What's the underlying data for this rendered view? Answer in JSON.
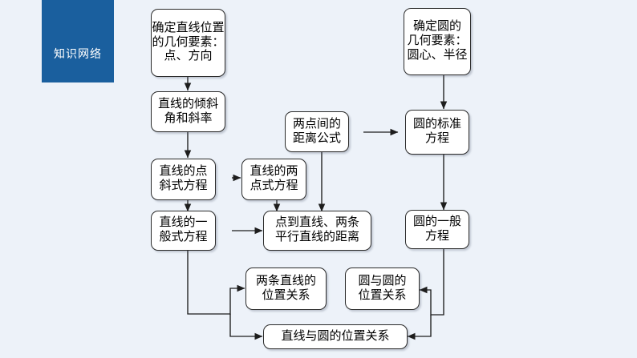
{
  "page": {
    "background_color": "#edf2f9",
    "title_tab": {
      "label": "知识网络",
      "color": "#1a5f9e",
      "text_color": "#ffffff"
    }
  },
  "diagram": {
    "type": "flowchart",
    "node_style": {
      "fill": "#ffffff",
      "stroke": "#2b2b2b",
      "text_color": "#000000"
    },
    "nodes": [
      {
        "id": "n1",
        "lines": [
          "确定直线位置",
          "的几何要素：",
          "点、方向"
        ]
      },
      {
        "id": "n2",
        "lines": [
          "确定圆的",
          "几何要素：",
          "圆心、半径"
        ]
      },
      {
        "id": "n3",
        "lines": [
          "直线的倾斜",
          "角和斜率"
        ]
      },
      {
        "id": "n4",
        "lines": [
          "两点间的",
          "距离公式"
        ]
      },
      {
        "id": "n5",
        "lines": [
          "圆的标准",
          "方程"
        ]
      },
      {
        "id": "n6",
        "lines": [
          "直线的点",
          "斜式方程"
        ]
      },
      {
        "id": "n7",
        "lines": [
          "直线的两",
          "点式方程"
        ]
      },
      {
        "id": "n8",
        "lines": [
          "直线的一",
          "般式方程"
        ]
      },
      {
        "id": "n9",
        "lines": [
          "点到直线、两条",
          "平行直线的距离"
        ]
      },
      {
        "id": "n10",
        "lines": [
          "圆的一般",
          "方程"
        ]
      },
      {
        "id": "n11",
        "lines": [
          "两条直线的",
          "位置关系"
        ]
      },
      {
        "id": "n12",
        "lines": [
          "圆与圆的",
          "位置关系"
        ]
      },
      {
        "id": "n13",
        "lines": [
          "直线与圆的位置关系"
        ]
      }
    ],
    "edges": [
      {
        "from": "n1",
        "to": "n3",
        "shape": "vertical"
      },
      {
        "from": "n3",
        "to": "n6",
        "shape": "vertical"
      },
      {
        "from": "n6",
        "to": "n7",
        "shape": "horizontal"
      },
      {
        "from": "n6",
        "to": "n8",
        "shape": "vertical"
      },
      {
        "from": "n7",
        "to": "n9",
        "shape": "vertical"
      },
      {
        "from": "n4",
        "to": "n5",
        "shape": "horizontal"
      },
      {
        "from": "n4",
        "to": "n9",
        "shape": "vertical"
      },
      {
        "from": "n2",
        "to": "n5",
        "shape": "vertical"
      },
      {
        "from": "n5",
        "to": "n10",
        "shape": "vertical"
      },
      {
        "from": "n8",
        "to": "n9",
        "shape": "horizontal"
      },
      {
        "from": "n8",
        "to": "n11",
        "shape": "elbow"
      },
      {
        "from": "n8",
        "to": "n13",
        "shape": "elbow"
      },
      {
        "from": "n10",
        "to": "n12",
        "shape": "elbow"
      },
      {
        "from": "n10",
        "to": "n13",
        "shape": "elbow"
      }
    ]
  }
}
